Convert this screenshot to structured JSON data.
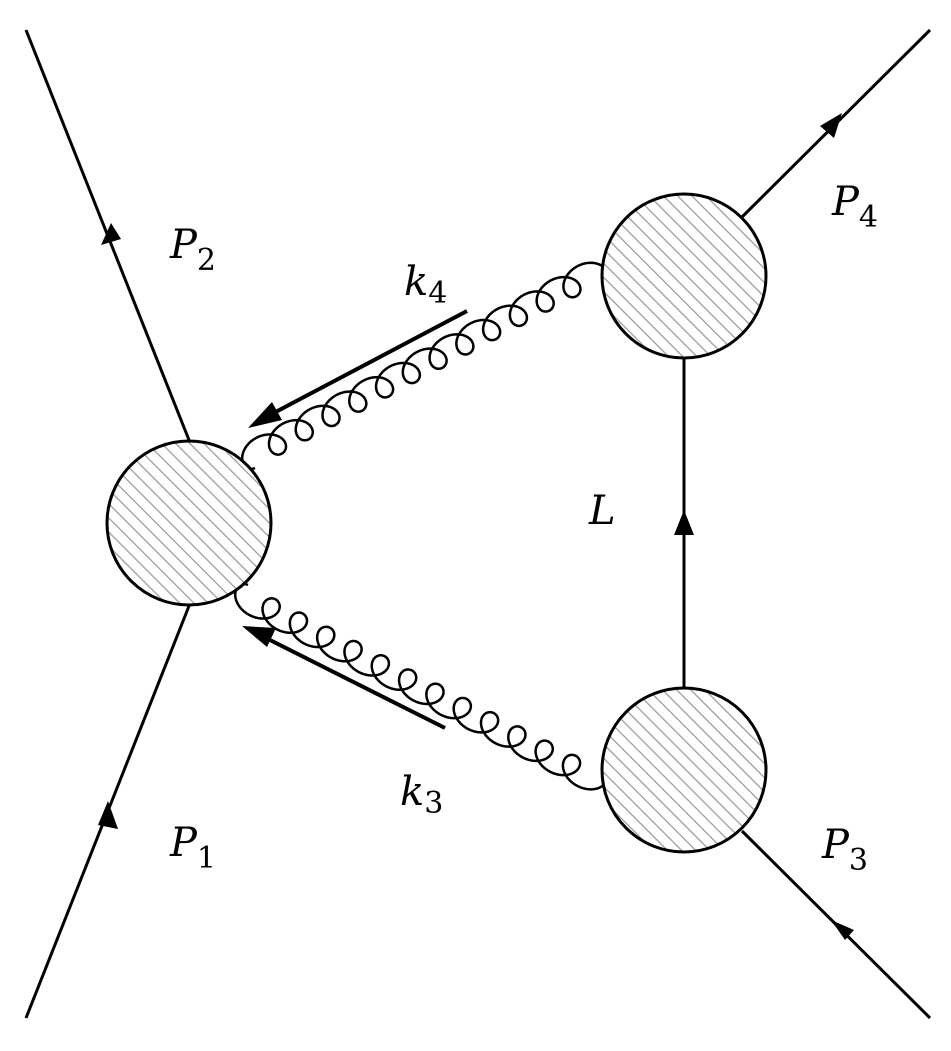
{
  "diagram": {
    "labels": {
      "p1": {
        "main": "P",
        "sub": "1"
      },
      "p2": {
        "main": "P",
        "sub": "2"
      },
      "p3": {
        "main": "P",
        "sub": "3"
      },
      "p4": {
        "main": "P",
        "sub": "4"
      },
      "k3": {
        "main": "k",
        "sub": "3"
      },
      "k4": {
        "main": "k",
        "sub": "4"
      },
      "loop": {
        "main": "L"
      }
    },
    "colors": {
      "stroke": "#000000",
      "hatch": "#9a9a9a",
      "fill": "#ffffff"
    }
  }
}
